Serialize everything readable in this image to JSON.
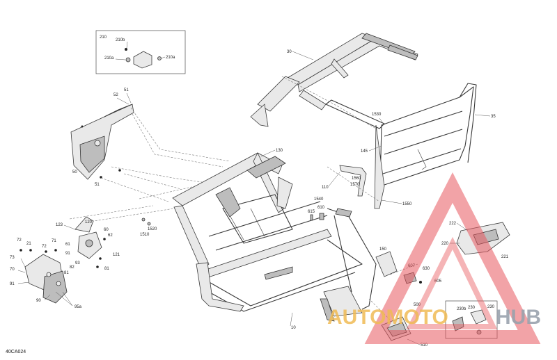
{
  "drawing_code": "40CA024",
  "callouts": {
    "c210": "210",
    "c210b": "210b",
    "c210a_1": "210a",
    "c210a_2": "210a",
    "c30": "30",
    "c52": "52",
    "c51_top": "51",
    "c1530": "1530",
    "c35": "35",
    "c145": "145",
    "c130": "130",
    "c50": "50",
    "c51_mid": "51",
    "c110": "110",
    "c1560": "1560",
    "c1570": "1570",
    "c1550": "1550",
    "c1540": "1540",
    "c615": "615",
    "c610": "610",
    "c1520": "1520",
    "c1510": "1510",
    "c120": "120",
    "c123": "123",
    "c60": "60",
    "c62": "62",
    "c72a": "72",
    "c21": "21",
    "c72b": "72",
    "c71": "71",
    "c61": "61",
    "c73": "73",
    "c91a": "91",
    "c93": "93",
    "c70": "70",
    "c82": "82",
    "c81a": "81",
    "c121": "121",
    "c81b": "81",
    "c91b": "91",
    "c90": "90",
    "c95a": "95a",
    "c150": "150",
    "c607": "607",
    "c630": "630",
    "c605": "605",
    "c222": "222",
    "c220": "220",
    "c221": "221",
    "c10": "10",
    "c500": "500",
    "c510": "510",
    "c230": "230",
    "c230b": "230b",
    "c230c": "230"
  },
  "watermark": {
    "word_a": "AUTOMOTO",
    "word_b": "HUB",
    "triangle_color": "#e8585e",
    "word_a_color": "#f0bb55",
    "word_b_color": "#9aa2ad"
  }
}
